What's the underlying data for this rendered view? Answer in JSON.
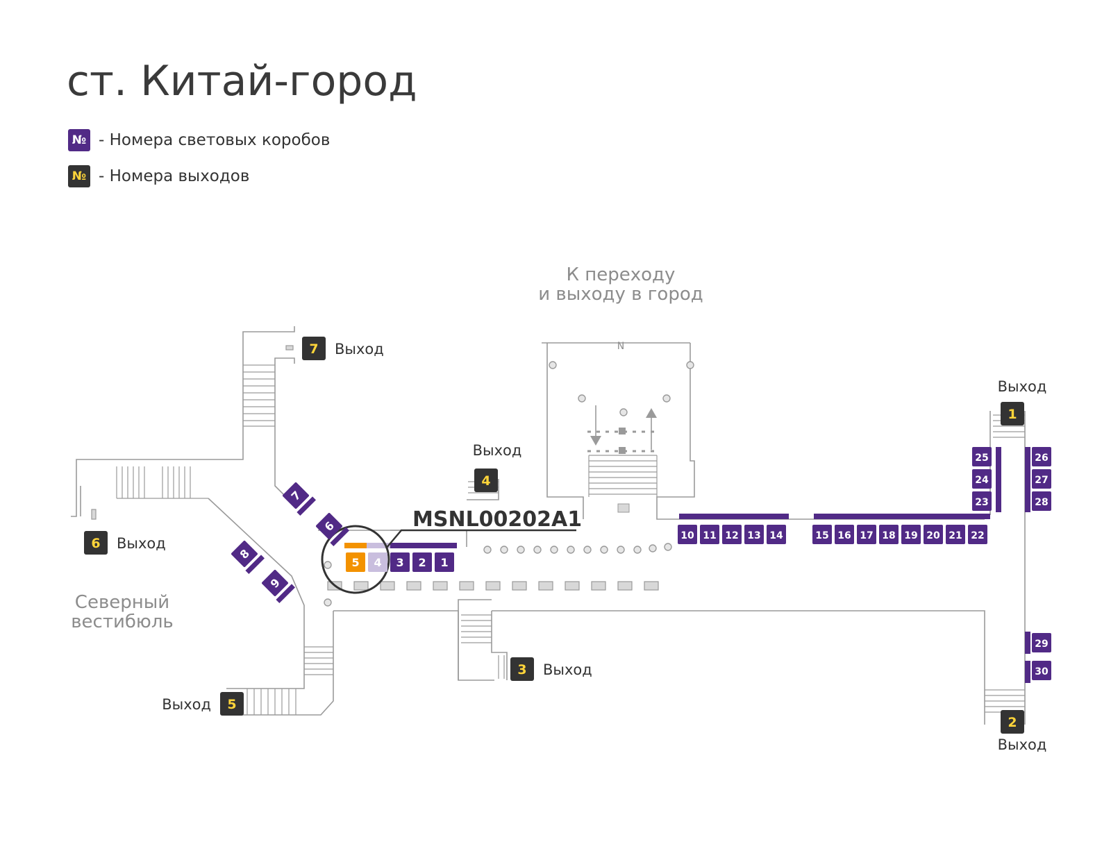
{
  "title": "ст. Китай-город",
  "legend": {
    "lightbox_symbol": "№",
    "lightbox_label": "- Номера световых коробов",
    "exit_symbol": "№",
    "exit_label": "- Номера выходов"
  },
  "areas": {
    "transfer_line1": "К переходу",
    "transfer_line2": "и выходу в город",
    "north_line1": "Северный",
    "north_line2": "вестибюль",
    "compass": "N"
  },
  "callout": "MSNL00202A1",
  "exits": [
    {
      "number": "1",
      "label": "Выход"
    },
    {
      "number": "2",
      "label": "Выход"
    },
    {
      "number": "3",
      "label": "Выход"
    },
    {
      "number": "4",
      "label": "Выход"
    },
    {
      "number": "5",
      "label": "Выход"
    },
    {
      "number": "6",
      "label": "Выход"
    },
    {
      "number": "7",
      "label": "Выход"
    }
  ],
  "lightboxes": [
    {
      "number": "1",
      "state": "normal"
    },
    {
      "number": "2",
      "state": "normal"
    },
    {
      "number": "3",
      "state": "normal"
    },
    {
      "number": "4",
      "state": "dimmed"
    },
    {
      "number": "5",
      "state": "selected"
    },
    {
      "number": "6",
      "state": "normal"
    },
    {
      "number": "7",
      "state": "normal"
    },
    {
      "number": "8",
      "state": "normal"
    },
    {
      "number": "9",
      "state": "normal"
    },
    {
      "number": "10",
      "state": "normal"
    },
    {
      "number": "11",
      "state": "normal"
    },
    {
      "number": "12",
      "state": "normal"
    },
    {
      "number": "13",
      "state": "normal"
    },
    {
      "number": "14",
      "state": "normal"
    },
    {
      "number": "15",
      "state": "normal"
    },
    {
      "number": "16",
      "state": "normal"
    },
    {
      "number": "17",
      "state": "normal"
    },
    {
      "number": "18",
      "state": "normal"
    },
    {
      "number": "19",
      "state": "normal"
    },
    {
      "number": "20",
      "state": "normal"
    },
    {
      "number": "21",
      "state": "normal"
    },
    {
      "number": "22",
      "state": "normal"
    },
    {
      "number": "23",
      "state": "normal"
    },
    {
      "number": "24",
      "state": "normal"
    },
    {
      "number": "25",
      "state": "normal"
    },
    {
      "number": "26",
      "state": "normal"
    },
    {
      "number": "27",
      "state": "normal"
    },
    {
      "number": "28",
      "state": "normal"
    },
    {
      "number": "29",
      "state": "normal"
    },
    {
      "number": "30",
      "state": "normal"
    }
  ],
  "colors": {
    "lightbox": "#512a86",
    "lightbox_selected": "#f39200",
    "lightbox_dimmed": "#c9bede",
    "exit_badge": "#333333",
    "exit_number": "#ffd53a",
    "wall": "#9a9a9a",
    "text_gray": "#8c8c8c"
  }
}
